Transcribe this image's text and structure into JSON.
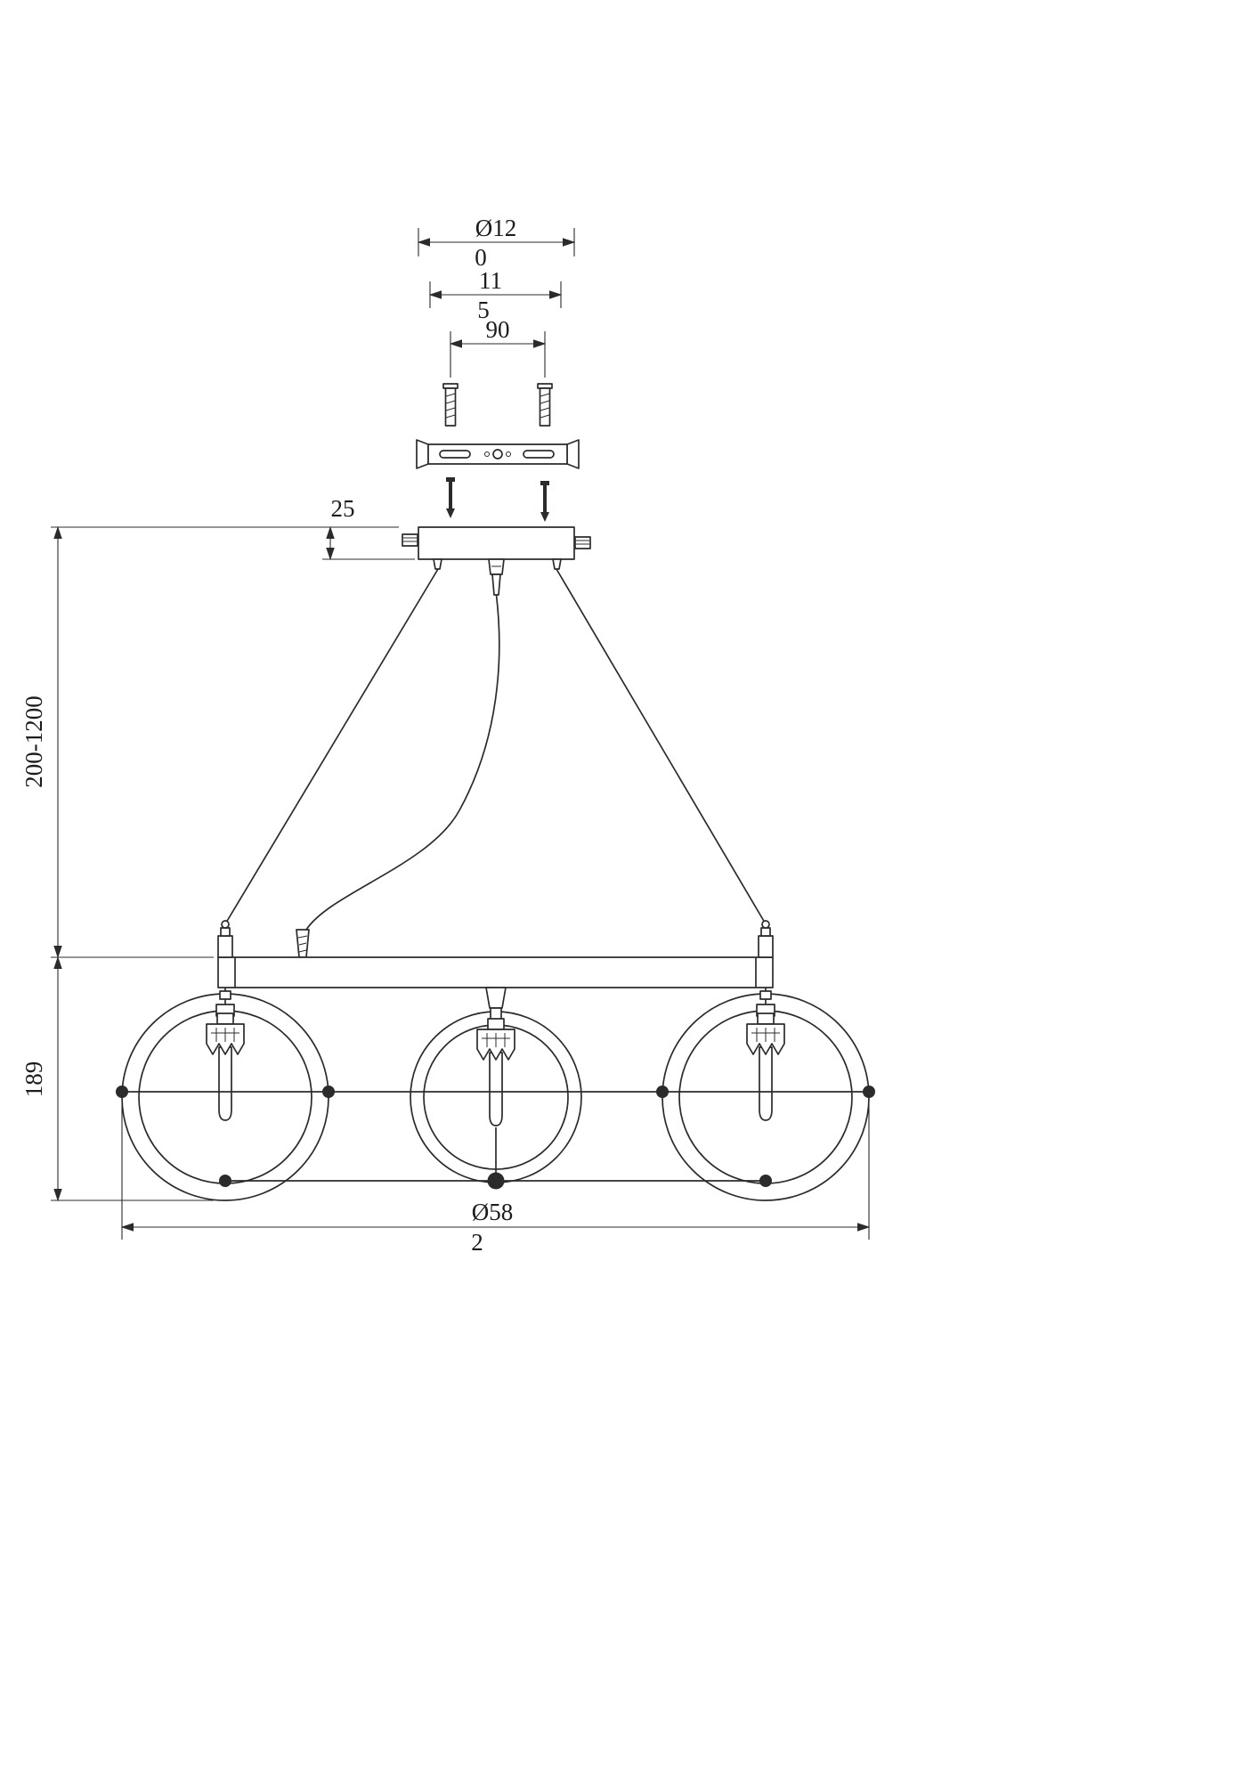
{
  "colors": {
    "line": "#2b2b2b",
    "text": "#1c1c1c",
    "background": "#ffffff"
  },
  "dims": {
    "canopy_diameter": {
      "value": "Ø120",
      "lines": [
        "Ø12",
        "0"
      ]
    },
    "bracket_length": {
      "value": "115",
      "lines": [
        "11",
        "5"
      ]
    },
    "screw_spacing": {
      "value": "90",
      "lines": [
        "90"
      ]
    },
    "canopy_height": {
      "value": "25",
      "lines": [
        "25"
      ]
    },
    "suspension_height": {
      "value": "200-1200",
      "lines": [
        "200-1200"
      ]
    },
    "fixture_height": {
      "value": "189",
      "lines": [
        "189"
      ]
    },
    "fixture_diameter": {
      "value": "Ø582",
      "lines": [
        "Ø58",
        "2"
      ]
    }
  }
}
